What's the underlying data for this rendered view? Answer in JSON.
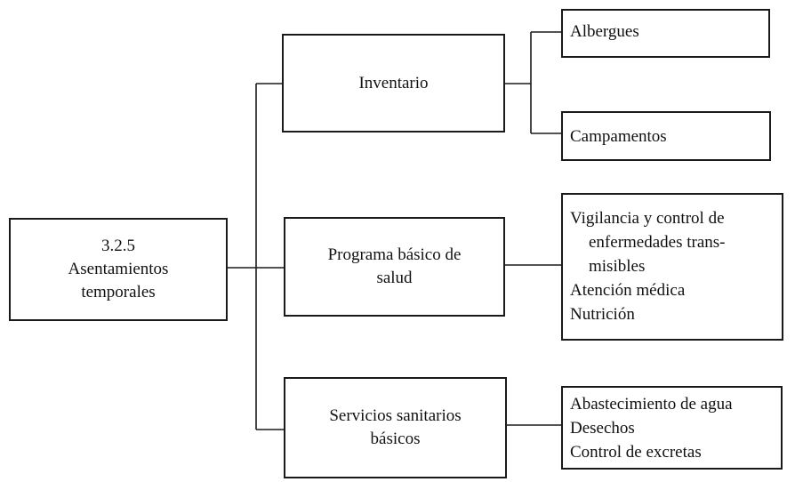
{
  "root": {
    "lines": [
      "3.2.5",
      "Asentamientos",
      "temporales"
    ]
  },
  "branches": [
    {
      "lines": [
        "Inventario"
      ],
      "leaves": [
        "Albergues",
        "Campamentos"
      ]
    },
    {
      "lines": [
        "Programa básico de",
        "salud"
      ],
      "items": [
        "Vigilancia y control de",
        "enfermedades trans-",
        "misibles",
        "Atención médica",
        "Nutrición"
      ]
    },
    {
      "lines": [
        "Servicios sanitarios",
        "básicos"
      ],
      "items": [
        "Abastecimiento de agua",
        "Desechos",
        "Control de excretas"
      ]
    }
  ]
}
